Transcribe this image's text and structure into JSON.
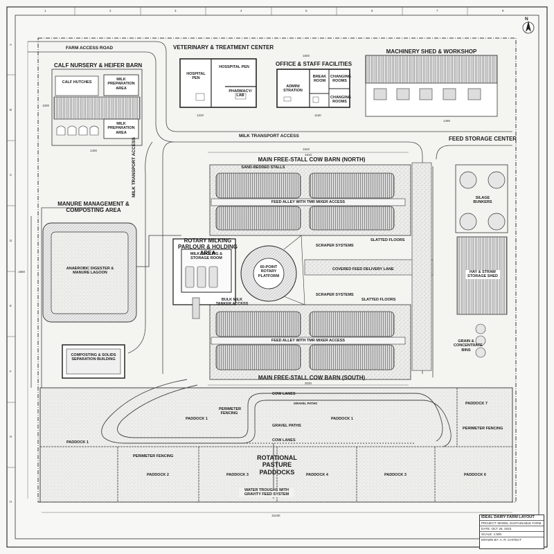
{
  "labels": {
    "farm_access_road": "FARM ACCESS ROAD",
    "calf_barn": "CALF NURSERY & HEIFER BARN",
    "calf_hutches": "CALF HUTCHES",
    "milk_prep_1": "MILK PREPARATION AREA",
    "milk_prep_2": "MILK PREPARATION AREA",
    "vet_center": "VETERINARY & TREATMENT CENTER",
    "hospital_pen_1": "HOSPITAL PEN",
    "hospital_pen_2": "HOSSPITAL PEN",
    "pharmacy": "PHARMACY/ LAB",
    "office": "OFFICE & STAFF FACILITIES",
    "admin": "ADMINI STRATION",
    "break_room": "BREAK ROOM",
    "changing_1": "CHANGING ROOMS",
    "changing_2": "CHANGING ROOMS",
    "machinery": "MACHINERY SHED & WORKSHOP",
    "milk_transport_top": "MILK TRANSPORT ACCESS",
    "milk_transport_side": "MILK TRANSPORT ACCESS",
    "feed_storage": "FEED STORAGE CENTER",
    "barn_north": "MAIN FREE-STALL COW BARN (NORTH)",
    "sand_stalls": "SAND-BEDDED STALLS",
    "feed_alley_1": "FEED ALLEY WITH TMR MIXER ACCESS",
    "feed_alley_2": "FEED ALLEY WITH TMR MIXER ACCESS",
    "manure": "MANURE MANAGEMENT & COMPOSTING AREA",
    "digester": "ANAEROBIC DIGESTER & MANURE LAGOON",
    "parlour": "ROTARY MILKING PARLOUR & HOLDING AREA",
    "milk_cooling": "MILK COOLING & STORAGE ROOM",
    "rotary": "60-POINT ROTARY PLATFORM",
    "bulk_milk": "BULK MILK TANKER ACCESS",
    "scraper_1": "SCRAPER SYSTEMS",
    "scraper_2": "SCRAPER SYSTEMS",
    "slatted_1": "SLATTED FLOORS",
    "slatted_2": "SLATTED FLOORS",
    "covered_lane": "COVERED FEED DELIVERY LANE",
    "silage": "SILAGE BUNKERS",
    "hay": "HAY & STRAW STORAGE SHED",
    "grain": "GRAIN & CONCENTRATE BINS",
    "composting": "COMPOSTING & SOLIDS SEPARATION BUILDING",
    "barn_south": "MAIN FREE-STALL COW BARN (SOUTH)",
    "cow_lanes_1": "COW LANES",
    "cow_lanes_2": "COW LANES",
    "gravel_paths_1": "GRAVEL PATHS",
    "gravel_paths_2": "GRAVEL PATHS",
    "perimeter_1": "PERIMETER FENCING",
    "perimeter_2": "PERIMETER FENCING",
    "perimeter_3": "PERIMETER FENCING",
    "pasture": "ROTATIONAL PASTURE PADDOCKS",
    "water": "WATER TROUGHS WITH GRAVITY FEED SYSTEM",
    "paddock_1a": "PADDOCK 1",
    "paddock_1b": "PADDOCK 1",
    "paddock_1c": "PADDOCK 1",
    "paddock_2": "PADDOCK 2",
    "paddock_3a": "PADDOCK 3",
    "paddock_3b": "PADDOCK 3",
    "paddock_4": "PADDOCK 4",
    "paddock_6": "PADDOCK 6",
    "paddock_7": "PADDOCK 7"
  },
  "grid_top": [
    "1",
    "2",
    "3",
    "4",
    "5",
    "6",
    "7",
    "8"
  ],
  "grid_left": [
    "A",
    "B",
    "C",
    "D",
    "E",
    "F",
    "G",
    "H"
  ],
  "dimensions": {
    "d1600": "1600",
    "d1520": "1520",
    "d1610": "1610",
    "d1490": "1490",
    "d1400": "1400",
    "d1000": "1000",
    "d3030": "3030",
    "d15190": "15190",
    "d1220": "1220",
    "d1160": "1160",
    "d1880": "1880"
  },
  "title_block": {
    "title": "IDEAL DAIRY FARM LAYOUT",
    "project": "PROJECT: MODEL SUSTAINABLE FARM",
    "date": "DATE: OCT 26, 2023",
    "scale": "SCALE: 1:500",
    "drawn": "DRAWN BY: A. R. CHITECT"
  },
  "north_arrow": "N"
}
